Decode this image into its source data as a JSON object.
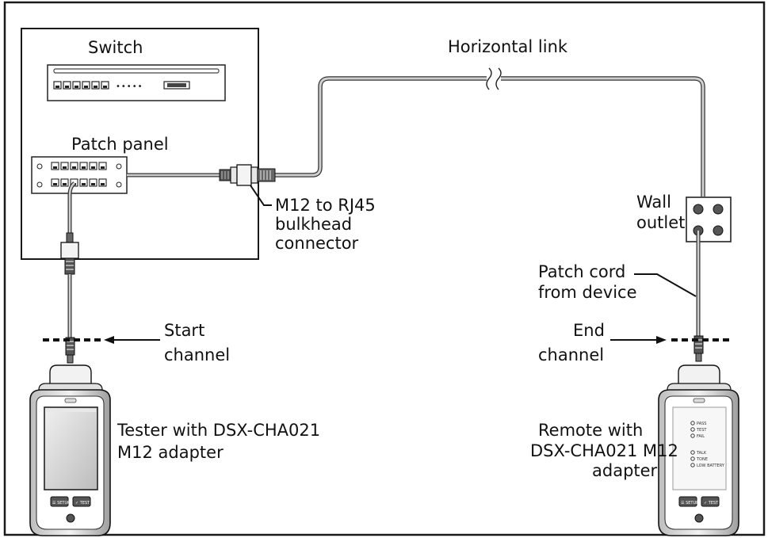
{
  "diagram": {
    "labels": {
      "switch": "Switch",
      "patch_panel": "Patch panel",
      "horizontal_link": "Horizontal link",
      "bulkhead_line1": "M12 to RJ45",
      "bulkhead_line2": "bulkhead",
      "bulkhead_line3": "connector",
      "wall_outlet_line1": "Wall",
      "wall_outlet_line2": "outlet",
      "patch_cord_line1": "Patch cord",
      "patch_cord_line2": "from device",
      "start_line1": "Start",
      "start_line2": "channel",
      "end_line1": "End",
      "end_line2": "channel",
      "tester_line1": "Tester with DSX-CHA021",
      "tester_line2": "M12 adapter",
      "remote_line1": "Remote with",
      "remote_line2": "DSX-CHA021 M12",
      "remote_line3": "adapter"
    },
    "switch_dots": "•••••",
    "device_buttons": {
      "tester_left": "☰ SETUP",
      "tester_right": "✓ TEST",
      "remote_left": "☰ SETUP",
      "remote_right": "✓ TEST"
    },
    "remote_indicators": [
      "PASS",
      "TEST",
      "FAIL",
      "TALK",
      "TONE",
      "LOW BATTERY"
    ]
  }
}
